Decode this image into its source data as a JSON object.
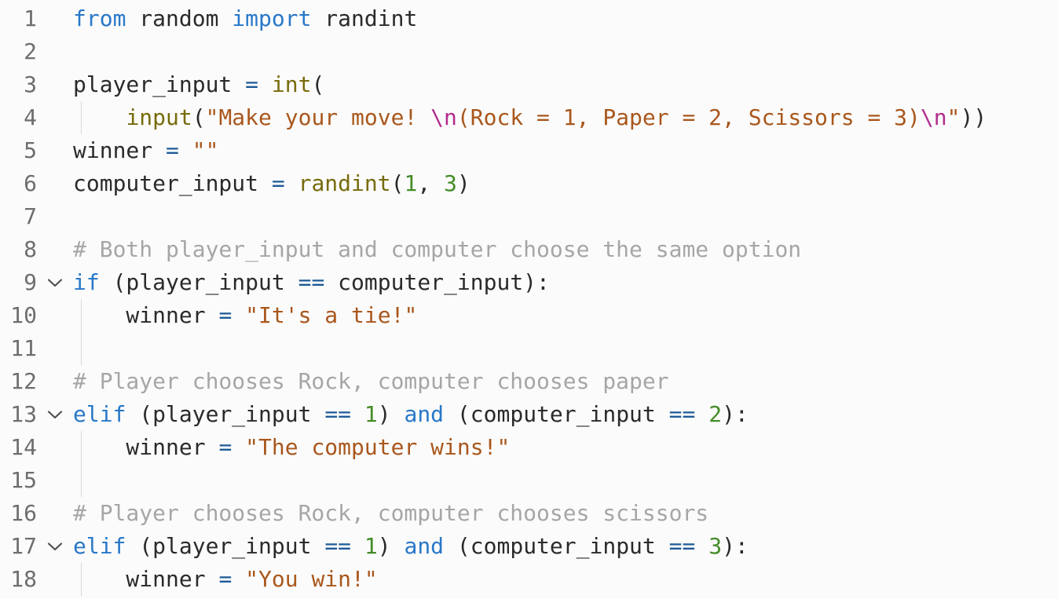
{
  "editor": {
    "background": "#fbfbfb",
    "colors": {
      "background": "#fbfbfb",
      "keyword": "#2878c8",
      "operator": "#1d5a96",
      "builtin": "#776b0c",
      "string": "#a9571c",
      "escape": "#b12d8e",
      "number": "#448c27",
      "comment": "#a6a6a6",
      "text": "#2a2a2a",
      "line_number": "#6e6e6e",
      "chevron": "#505050",
      "indent_guide": "#d9d9d9"
    },
    "lines": [
      {
        "number": "1",
        "fold": false,
        "guide": false,
        "tokens": [
          {
            "t": "from",
            "c": "keyword"
          },
          {
            "t": " random ",
            "c": "text"
          },
          {
            "t": "import",
            "c": "keyword"
          },
          {
            "t": " randint",
            "c": "text"
          }
        ]
      },
      {
        "number": "2",
        "fold": false,
        "guide": false,
        "tokens": []
      },
      {
        "number": "3",
        "fold": false,
        "guide": false,
        "tokens": [
          {
            "t": "player_input ",
            "c": "text"
          },
          {
            "t": "=",
            "c": "operator"
          },
          {
            "t": " ",
            "c": "text"
          },
          {
            "t": "int",
            "c": "builtin"
          },
          {
            "t": "(",
            "c": "text"
          }
        ]
      },
      {
        "number": "4",
        "fold": false,
        "guide": true,
        "tokens": [
          {
            "t": "    ",
            "c": "text"
          },
          {
            "t": "input",
            "c": "builtin"
          },
          {
            "t": "(",
            "c": "text"
          },
          {
            "t": "\"Make your move! ",
            "c": "string"
          },
          {
            "t": "\\n",
            "c": "escape"
          },
          {
            "t": "(Rock = 1, Paper = 2, Scissors = 3)",
            "c": "string"
          },
          {
            "t": "\\n",
            "c": "escape"
          },
          {
            "t": "\"",
            "c": "string"
          },
          {
            "t": "))",
            "c": "text"
          }
        ]
      },
      {
        "number": "5",
        "fold": false,
        "guide": false,
        "tokens": [
          {
            "t": "winner ",
            "c": "text"
          },
          {
            "t": "=",
            "c": "operator"
          },
          {
            "t": " ",
            "c": "text"
          },
          {
            "t": "\"\"",
            "c": "string"
          }
        ]
      },
      {
        "number": "6",
        "fold": false,
        "guide": false,
        "tokens": [
          {
            "t": "computer_input ",
            "c": "text"
          },
          {
            "t": "=",
            "c": "operator"
          },
          {
            "t": " ",
            "c": "text"
          },
          {
            "t": "randint",
            "c": "builtin"
          },
          {
            "t": "(",
            "c": "text"
          },
          {
            "t": "1",
            "c": "number"
          },
          {
            "t": ", ",
            "c": "text"
          },
          {
            "t": "3",
            "c": "number"
          },
          {
            "t": ")",
            "c": "text"
          }
        ]
      },
      {
        "number": "7",
        "fold": false,
        "guide": false,
        "tokens": []
      },
      {
        "number": "8",
        "fold": false,
        "guide": false,
        "tokens": [
          {
            "t": "# Both player_input and computer choose the same option",
            "c": "comment"
          }
        ]
      },
      {
        "number": "9",
        "fold": true,
        "guide": false,
        "tokens": [
          {
            "t": "if",
            "c": "keyword"
          },
          {
            "t": " (player_input ",
            "c": "text"
          },
          {
            "t": "==",
            "c": "operator"
          },
          {
            "t": " computer_input):",
            "c": "text"
          }
        ]
      },
      {
        "number": "10",
        "fold": false,
        "guide": true,
        "tokens": [
          {
            "t": "    winner ",
            "c": "text"
          },
          {
            "t": "=",
            "c": "operator"
          },
          {
            "t": " ",
            "c": "text"
          },
          {
            "t": "\"It's a tie!\"",
            "c": "string"
          }
        ]
      },
      {
        "number": "11",
        "fold": false,
        "guide": true,
        "tokens": []
      },
      {
        "number": "12",
        "fold": false,
        "guide": false,
        "tokens": [
          {
            "t": "# Player chooses Rock, computer chooses paper",
            "c": "comment"
          }
        ]
      },
      {
        "number": "13",
        "fold": true,
        "guide": false,
        "tokens": [
          {
            "t": "elif",
            "c": "keyword"
          },
          {
            "t": " (player_input ",
            "c": "text"
          },
          {
            "t": "==",
            "c": "operator"
          },
          {
            "t": " ",
            "c": "text"
          },
          {
            "t": "1",
            "c": "number"
          },
          {
            "t": ") ",
            "c": "text"
          },
          {
            "t": "and",
            "c": "keyword"
          },
          {
            "t": " (computer_input ",
            "c": "text"
          },
          {
            "t": "==",
            "c": "operator"
          },
          {
            "t": " ",
            "c": "text"
          },
          {
            "t": "2",
            "c": "number"
          },
          {
            "t": "):",
            "c": "text"
          }
        ]
      },
      {
        "number": "14",
        "fold": false,
        "guide": true,
        "tokens": [
          {
            "t": "    winner ",
            "c": "text"
          },
          {
            "t": "=",
            "c": "operator"
          },
          {
            "t": " ",
            "c": "text"
          },
          {
            "t": "\"The computer wins!\"",
            "c": "string"
          }
        ]
      },
      {
        "number": "15",
        "fold": false,
        "guide": true,
        "tokens": []
      },
      {
        "number": "16",
        "fold": false,
        "guide": false,
        "tokens": [
          {
            "t": "# Player chooses Rock, computer chooses scissors",
            "c": "comment"
          }
        ]
      },
      {
        "number": "17",
        "fold": true,
        "guide": false,
        "tokens": [
          {
            "t": "elif",
            "c": "keyword"
          },
          {
            "t": " (player_input ",
            "c": "text"
          },
          {
            "t": "==",
            "c": "operator"
          },
          {
            "t": " ",
            "c": "text"
          },
          {
            "t": "1",
            "c": "number"
          },
          {
            "t": ") ",
            "c": "text"
          },
          {
            "t": "and",
            "c": "keyword"
          },
          {
            "t": " (computer_input ",
            "c": "text"
          },
          {
            "t": "==",
            "c": "operator"
          },
          {
            "t": " ",
            "c": "text"
          },
          {
            "t": "3",
            "c": "number"
          },
          {
            "t": "):",
            "c": "text"
          }
        ]
      },
      {
        "number": "18",
        "fold": false,
        "guide": true,
        "tokens": [
          {
            "t": "    winner ",
            "c": "text"
          },
          {
            "t": "=",
            "c": "operator"
          },
          {
            "t": " ",
            "c": "text"
          },
          {
            "t": "\"You win!\"",
            "c": "string"
          }
        ]
      }
    ]
  }
}
